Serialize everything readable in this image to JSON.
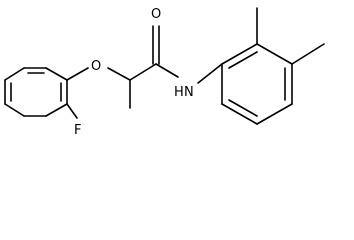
{
  "molecule": {
    "atoms": {
      "carbonyl_oxygen": "O",
      "ether_oxygen": "O",
      "amide_nitrogen": "N",
      "amide_hydrogen": "H",
      "fluorine": "F"
    },
    "colors": {
      "bond": "#000000",
      "label": "#000000",
      "background": "#ffffff"
    }
  }
}
